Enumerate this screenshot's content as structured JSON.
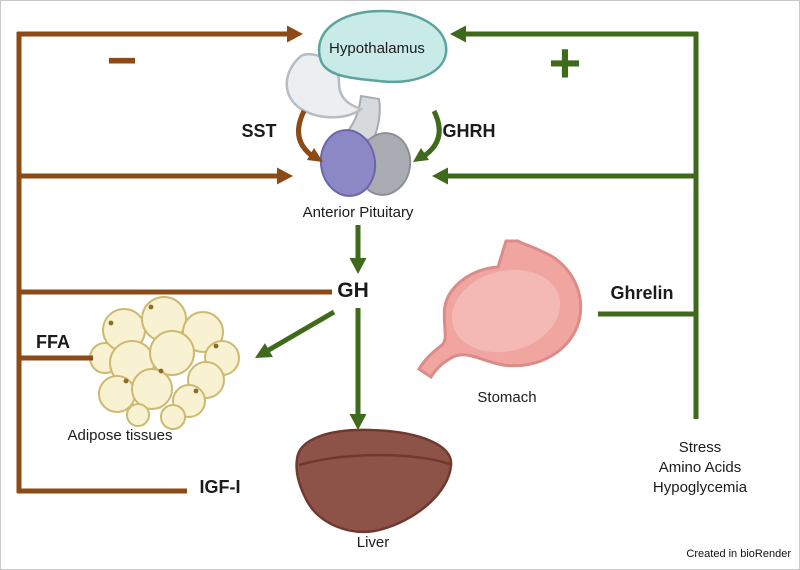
{
  "diagram": {
    "labels": {
      "hypothalamus": "Hypothalamus",
      "sst": "SST",
      "ghrh": "GHRH",
      "anterior_pituitary": "Anterior Pituitary",
      "gh": "GH",
      "ghrelin": "Ghrelin",
      "stomach": "Stomach",
      "ffa": "FFA",
      "adipose_tissues": "Adipose tissues",
      "igf_i": "IGF-I",
      "liver": "Liver"
    },
    "signs": {
      "inhibition": "−",
      "stimulation": "+"
    },
    "stimuli": [
      "Stress",
      "Amino Acids",
      "Hypoglycemia"
    ],
    "colors": {
      "inhibit_brown": "#8c4a16",
      "stimulate_green": "#3f6a1c"
    },
    "credit": "Created in bioRender"
  }
}
